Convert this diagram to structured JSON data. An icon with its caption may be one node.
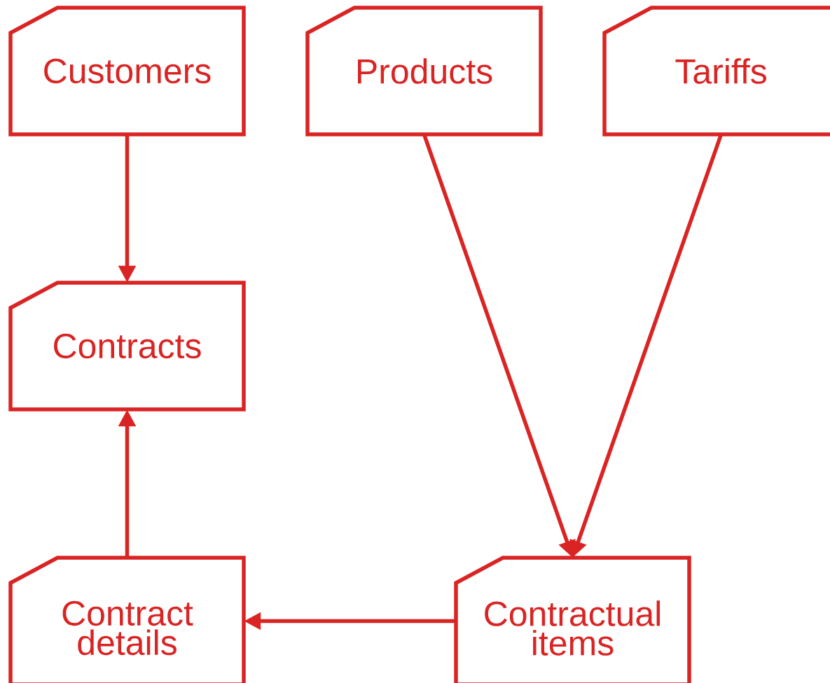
{
  "diagram": {
    "nodes": [
      {
        "text": [
          "Customers"
        ]
      },
      {
        "text": [
          "Products"
        ]
      },
      {
        "text": [
          "Tariffs"
        ]
      },
      {
        "text": [
          "Contracts"
        ]
      },
      {
        "text": [
          "Contract details"
        ]
      },
      {
        "text": [
          "Contractual items"
        ]
      }
    ],
    "edges": [
      {
        "from": 0,
        "to": 3,
        "arrow": "to"
      },
      {
        "from": 4,
        "to": 3,
        "arrow": "to"
      },
      {
        "from": 1,
        "to": 5,
        "arrow": "to"
      },
      {
        "from": 2,
        "to": 5,
        "arrow": "to"
      },
      {
        "from": 5,
        "to": 4,
        "arrow": "to"
      }
    ]
  }
}
